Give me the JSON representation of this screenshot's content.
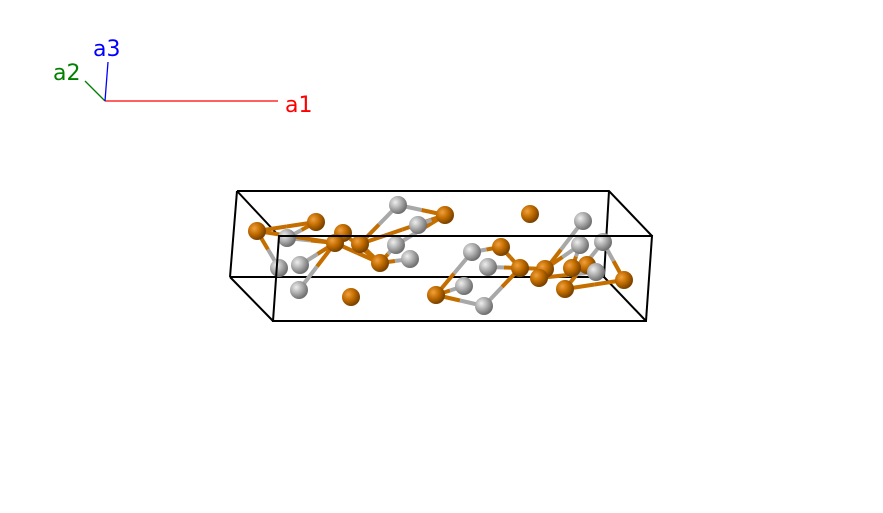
{
  "axes": {
    "a1": {
      "label": "a1",
      "color": "#ff0000"
    },
    "a2": {
      "label": "a2",
      "color": "#008000"
    },
    "a3": {
      "label": "a3",
      "color": "#0000ff"
    }
  },
  "atoms": {
    "orange_color": "#c46e00",
    "grey_color": "#a8a8a8"
  },
  "cell_color": "#000000"
}
